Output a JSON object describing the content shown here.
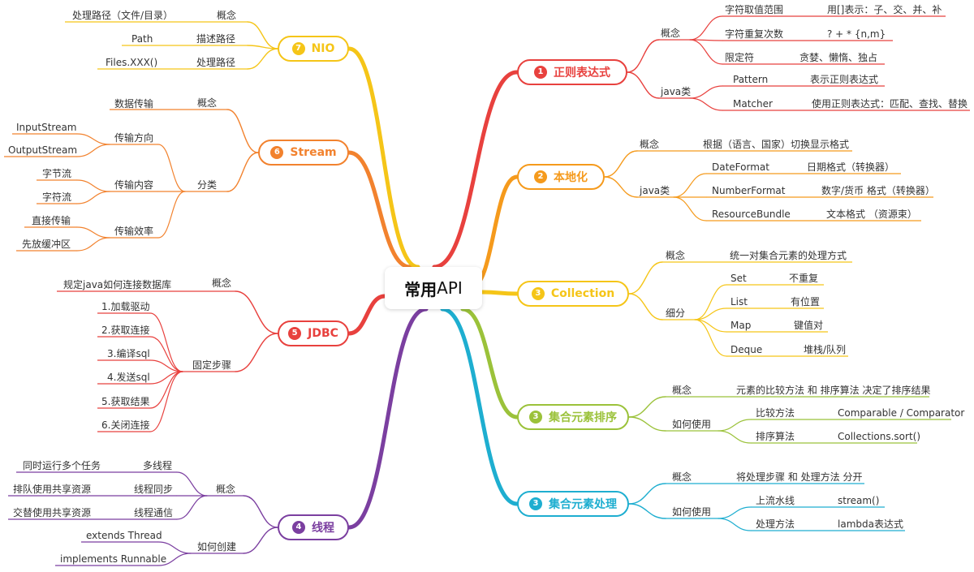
{
  "center": {
    "bold": "常用",
    "normal": "API"
  },
  "colors": {
    "regex": "#e8413e",
    "locale": "#f59a1c",
    "collection": "#f5c518",
    "sort": "#9bc23a",
    "stream_proc": "#1eaed0",
    "thread": "#7b3fa0",
    "jdbc": "#e8413e",
    "stream": "#f2822e",
    "nio": "#f5c518"
  },
  "branches": {
    "regex": {
      "num": "1",
      "label": "正则表达式"
    },
    "locale": {
      "num": "2",
      "label": "本地化"
    },
    "collection": {
      "num": "3",
      "label": "Collection"
    },
    "sort": {
      "num": "3",
      "label": "集合元素排序"
    },
    "stream_proc": {
      "num": "3",
      "label": "集合元素处理"
    },
    "thread": {
      "num": "4",
      "label": "线程"
    },
    "jdbc": {
      "num": "5",
      "label": "JDBC"
    },
    "stream": {
      "num": "6",
      "label": "Stream"
    },
    "nio": {
      "num": "7",
      "label": "NIO"
    }
  },
  "regex": {
    "concept": "概念",
    "range": "字符取值范围",
    "range_desc": "用[]表示：子、交、并、补",
    "repeat": "字符重复次数",
    "repeat_desc": "?  +  *  {n,m}",
    "limit": "限定符",
    "limit_desc": "贪婪、懒惰、独占",
    "java": "java类",
    "pattern": "Pattern",
    "pattern_desc": "表示正则表达式",
    "matcher": "Matcher",
    "matcher_desc": "使用正则表达式：匹配、查找、替换"
  },
  "locale": {
    "concept": "概念",
    "concept_desc": "根据（语言、国家）切换显示格式",
    "java": "java类",
    "df": "DateFormat",
    "df_desc": "日期格式（转换器）",
    "nf": "NumberFormat",
    "nf_desc": "数字/货币 格式（转换器）",
    "rb": "ResourceBundle",
    "rb_desc": "文本格式 （资源束）"
  },
  "collection": {
    "concept": "概念",
    "concept_desc": "统一对集合元素的处理方式",
    "detail": "细分",
    "set": "Set",
    "set_desc": "不重复",
    "list": "List",
    "list_desc": "有位置",
    "map": "Map",
    "map_desc": "键值对",
    "deque": "Deque",
    "deque_desc": "堆栈/队列"
  },
  "sort": {
    "concept": "概念",
    "concept_desc": "元素的比较方法 和 排序算法 决定了排序结果",
    "how": "如何使用",
    "compare": "比较方法",
    "compare_desc": "Comparable / Comparator",
    "algo": "排序算法",
    "algo_desc": "Collections.sort()"
  },
  "stream_proc": {
    "concept": "概念",
    "concept_desc": "将处理步骤 和 处理方法 分开",
    "how": "如何使用",
    "upstream": "上流水线",
    "upstream_desc": "stream()",
    "method": "处理方法",
    "method_desc": "lambda表达式"
  },
  "thread": {
    "concept": "概念",
    "multi": "多线程",
    "multi_desc": "同时运行多个任务",
    "sync": "线程同步",
    "sync_desc": "排队使用共享资源",
    "comm": "线程通信",
    "comm_desc": "交替使用共享资源",
    "create": "如何创建",
    "extends": "extends Thread",
    "impl": "implements Runnable"
  },
  "jdbc": {
    "concept": "概念",
    "concept_desc": "规定java如何连接数据库",
    "steps": "固定步骤",
    "s1": "1.加载驱动",
    "s2": "2.获取连接",
    "s3": "3.编译sql",
    "s4": "4.发送sql",
    "s5": "5.获取结果",
    "s6": "6.关闭连接"
  },
  "stream": {
    "concept": "概念",
    "concept_desc": "数据传输",
    "category": "分类",
    "direction": "传输方向",
    "input": "InputStream",
    "output": "OutputStream",
    "content": "传输内容",
    "byte": "字节流",
    "char": "字符流",
    "efficiency": "传输效率",
    "direct": "直接传输",
    "buffer": "先放缓冲区"
  },
  "nio": {
    "concept": "概念",
    "concept_desc": "处理路径（文件/目录）",
    "path_desc": "描述路径",
    "path": "Path",
    "files_desc": "处理路径",
    "files": "Files.XXX()"
  }
}
